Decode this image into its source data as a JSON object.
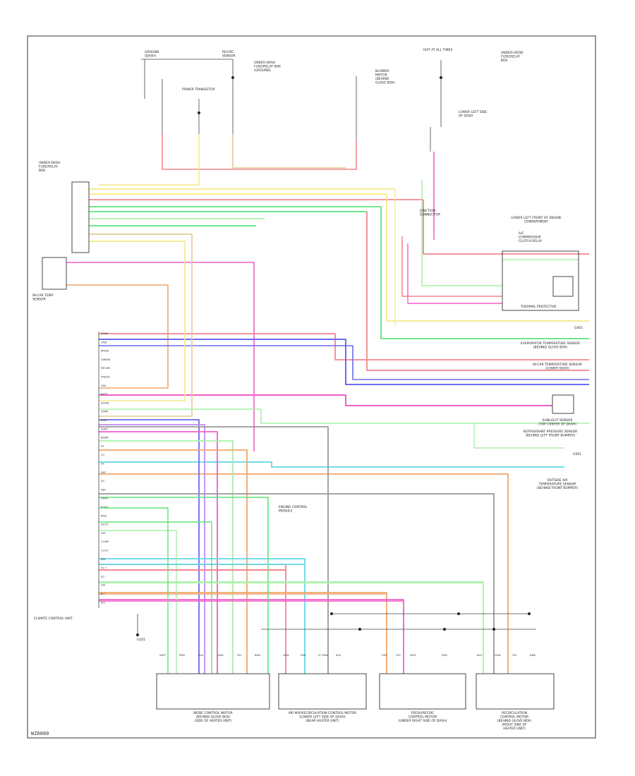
{
  "figure": {
    "code": "WZ0000",
    "components": [
      {
        "id": "climate-control-unit",
        "lines": [
          "CLIMATE CONTROL UNIT"
        ]
      },
      {
        "id": "mode-control-motor",
        "lines": [
          "MODE CONTROL MOTOR",
          "(BEHIND GLOVE BOX)",
          "(SIDE OF HEATER UNIT)"
        ]
      },
      {
        "id": "air-mix-motor",
        "lines": [
          "AIR MIX/RECIRCULATION CONTROL MOTOR",
          "(LOWER LEFT SIDE OF DASH)",
          "(NEAR HEATER UNIT)"
        ]
      },
      {
        "id": "fresh-recirc-motor",
        "lines": [
          "FRESH/RECIRC",
          "CONTROL MOTOR",
          "(UNDER RIGHT SIDE OF DASH)"
        ]
      },
      {
        "id": "recirc-control-motor",
        "lines": [
          "RECIRCULATION",
          "CONTROL MOTOR",
          "(BEHIND GLOVE BOX)",
          "(RIGHT SIDE OF",
          "HEATER UNIT)"
        ]
      },
      {
        "id": "under-dash-fuse-box",
        "lines": [
          "UNDER-DASH",
          "FUSE/RELAY",
          "BOX"
        ]
      },
      {
        "id": "under-hood-fuse-box",
        "lines": [
          "UNDER-HOOD",
          "FUSE/RELAY",
          "BOX"
        ]
      },
      {
        "id": "in-car-sensor",
        "lines": [
          "IN-CAR TEMP",
          "SENSOR"
        ]
      },
      {
        "id": "sunlight-sensor",
        "lines": [
          "SUNLIGHT SENSOR",
          "(TOP CENTER OF DASH)"
        ]
      },
      {
        "id": "outside-air-sensor",
        "lines": [
          "OUTSIDE AIR",
          "TEMPERATURE SENSOR",
          "(BEHIND FRONT BUMPER)"
        ]
      },
      {
        "id": "evaporator-sensor",
        "lines": [
          "EVAPORATOR TEMPERATURE SENSOR",
          "(BEHIND GLOVE BOX)"
        ]
      },
      {
        "id": "blower-motor",
        "lines": [
          "BLOWER",
          "MOTOR",
          "(BEHIND",
          "GLOVE BOX)"
        ]
      },
      {
        "id": "power-transistor",
        "lines": [
          "POWER TRANSISTOR"
        ]
      },
      {
        "id": "ac-compressor-clutch",
        "lines": [
          "A/C",
          "COMPRESSOR",
          "CLUTCH RELAY"
        ]
      },
      {
        "id": "thermal-protector",
        "lines": [
          "THERMAL PROTECTOR"
        ]
      },
      {
        "id": "ground-g401",
        "lines": [
          "G401"
        ]
      },
      {
        "id": "ground-g501",
        "lines": [
          "G501"
        ]
      },
      {
        "id": "ground-g101",
        "lines": [
          "G101"
        ]
      },
      {
        "id": "engine-control-module",
        "lines": [
          "ENGINE CONTROL",
          "MODULE"
        ]
      },
      {
        "id": "front-right-speaker",
        "lines": [
          "LOWER LEFT FRONT OF ENGINE",
          "COMPARTMENT"
        ]
      },
      {
        "id": "refrigerant-pressure-sensor",
        "lines": [
          "REFRIGERANT PRESSURE SENSOR",
          "(BEHIND LEFT FRONT BUMPER)"
        ]
      },
      {
        "id": "hot-at-all-times",
        "lines": [
          "HOT AT ALL TIMES"
        ]
      },
      {
        "id": "junction-connector",
        "lines": [
          "JUNCTION",
          "CONNECTOR"
        ]
      },
      {
        "id": "under-dash-fuse-2",
        "lines": [
          "UNDER-DASH",
          "FUSE/RELAY BOX",
          "(GROUND)"
        ]
      },
      {
        "id": "climate-sensor-box",
        "lines": [
          "IN-CAR TEMPERATURE SENSOR",
          "(LOWER DASH)"
        ]
      },
      {
        "id": "ground-dash",
        "lines": [
          "GROUND",
          "(DASH)"
        ]
      },
      {
        "id": "recirc-fresh-sensor",
        "lines": [
          "RECIRC",
          "SENSOR"
        ]
      },
      {
        "id": "lower-left-dash",
        "lines": [
          "LOWER LEFT SIDE",
          "OF DASH"
        ]
      }
    ],
    "pin_labels": [
      "SENS",
      "GND",
      "MODE",
      "AIRMIX",
      "RECIRC",
      "FRESH",
      "IGN",
      "BATT",
      "ACSW",
      "TEMP",
      "SUN",
      "EVAP",
      "BLWR",
      "PT",
      "LO",
      "HI",
      "REF",
      "5V",
      "DEF",
      "VENT",
      "FOOT",
      "MAX",
      "AUTO",
      "OFF",
      "COMP",
      "CLCH",
      "RLY",
      "ILL+",
      "ILL-",
      "LIN",
      "B+",
      "IG1"
    ],
    "wire_codes": [
      "WHT",
      "RED",
      "BLU",
      "GRN",
      "YEL",
      "BRN",
      "ORN",
      "PNK",
      "LT GRN",
      "BLK",
      "GRY",
      "VIO"
    ]
  }
}
